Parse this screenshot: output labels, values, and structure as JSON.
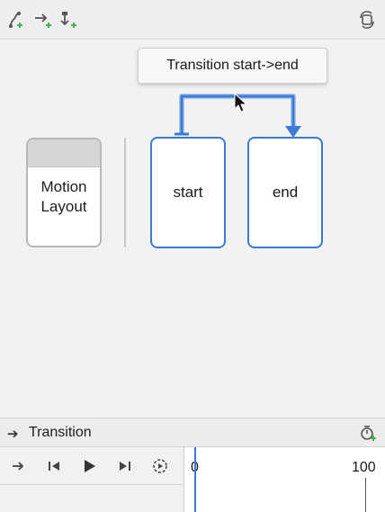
{
  "toolbar": {
    "icons": [
      "create-constraint-set-icon",
      "create-transition-icon",
      "create-click-handler-icon",
      "cycle-layout-icon"
    ]
  },
  "canvas": {
    "motion_layout_label": "Motion\nLayout",
    "states": [
      {
        "id": "start",
        "label": "start"
      },
      {
        "id": "end",
        "label": "end"
      }
    ],
    "tooltip": "Transition start->end"
  },
  "panel": {
    "title": "Transition",
    "controls": [
      "direction-arrow-icon",
      "skip-back-icon",
      "play-icon",
      "skip-forward-icon",
      "loop-speed-icon"
    ],
    "timeline": {
      "start_label": "0",
      "end_label": "100",
      "position": 0
    }
  },
  "colors": {
    "accent": "#3b7ad6",
    "add_green": "#4caf50",
    "background": "#f2f2f2"
  }
}
